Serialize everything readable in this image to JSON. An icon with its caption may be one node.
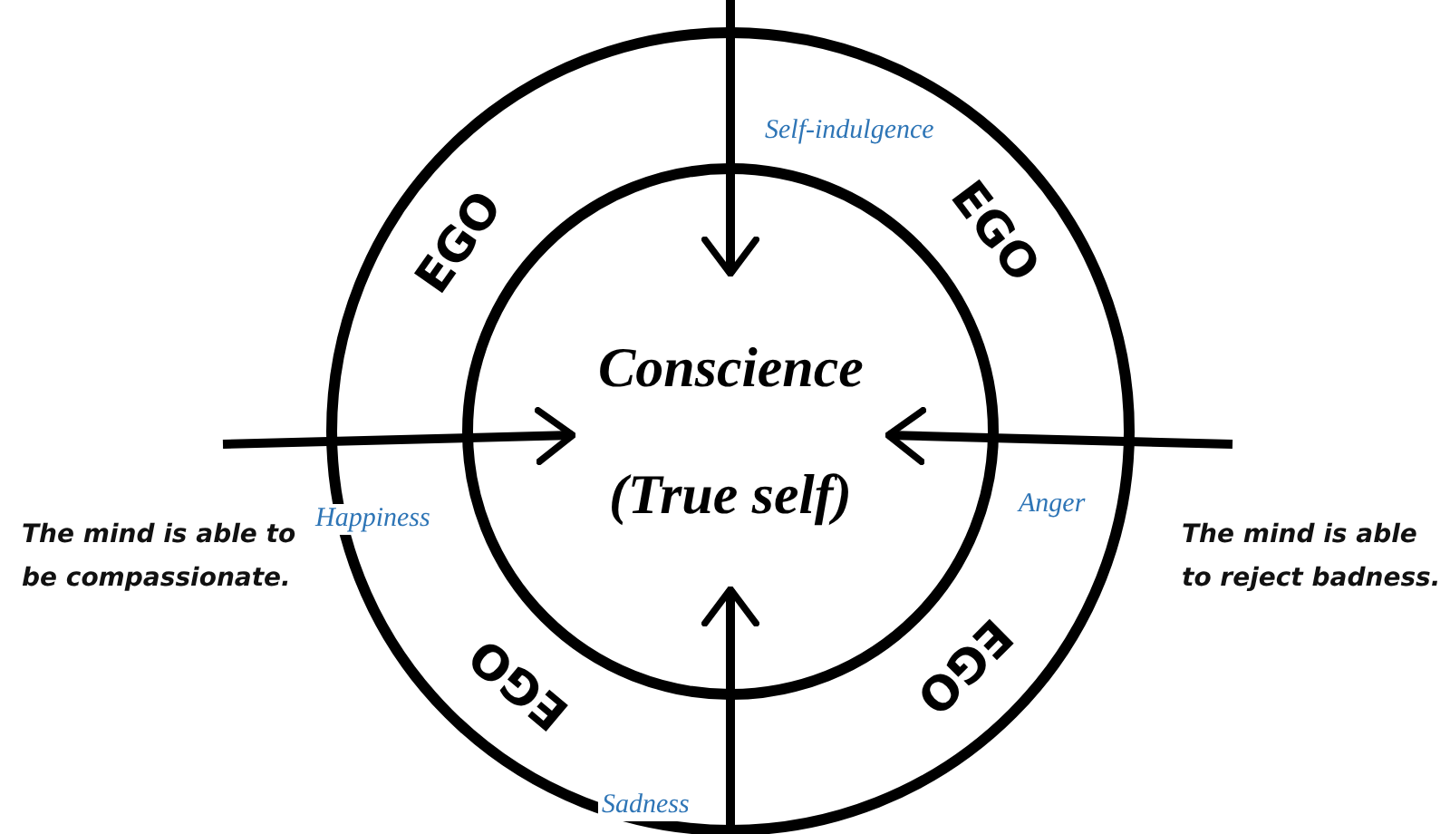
{
  "diagram": {
    "nodes": [
      {
        "text": [
          "EGO",
          "EGO",
          "EGO",
          "EGO"
        ]
      },
      {
        "text": [
          "Conscience",
          "(True self)"
        ],
        "in": 0
      }
    ],
    "edges": [
      {
        "from": null,
        "to": 1,
        "arrow": "to",
        "label": "Self-indulgence"
      },
      {
        "from": null,
        "to": 1,
        "arrow": "to",
        "label": "Happiness"
      },
      {
        "from": null,
        "to": 1,
        "arrow": "to",
        "label": "Anger"
      },
      {
        "from": null,
        "to": 1,
        "arrow": "to",
        "label": "Sadness"
      }
    ],
    "labels": [
      "The mind is able to be compassionate.",
      "The mind is able to reject badness."
    ]
  }
}
